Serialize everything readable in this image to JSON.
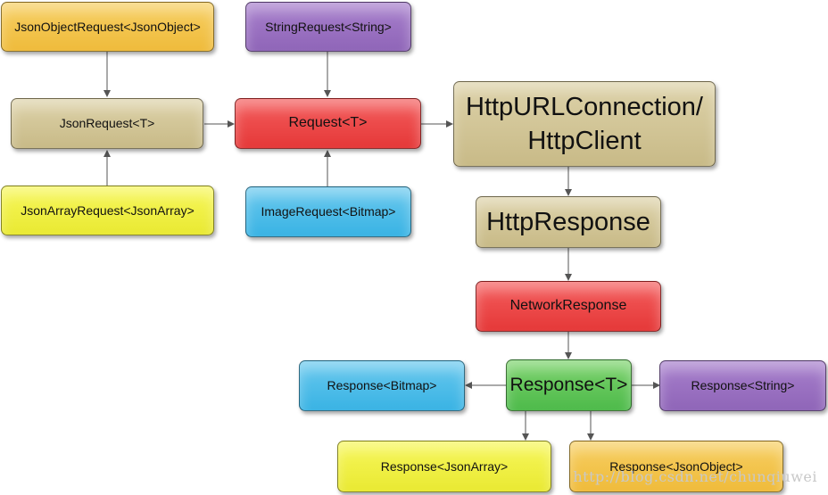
{
  "diagram": {
    "nodes": {
      "json_object_request": "JsonObjectRequest<JsonObject>",
      "string_request": "StringRequest<String>",
      "json_request": "JsonRequest<T>",
      "request": "Request<T>",
      "json_array_request": "JsonArrayRequest<JsonArray>",
      "image_request": "ImageRequest<Bitmap>",
      "http_connection": "HttpURLConnection/ HttpClient",
      "http_response": "HttpResponse",
      "network_response": "NetworkResponse",
      "response_generic": "Response<T>",
      "response_bitmap": "Response<Bitmap>",
      "response_string": "Response<String>",
      "response_json_array": "Response<JsonArray>",
      "response_json_object": "Response<JsonObject>"
    },
    "watermark": "http://blog.csdn.net/chunqiuwei",
    "colors": {
      "orange": "#f2c348",
      "purple": "#9a70c2",
      "tan": "#d4c89c",
      "red": "#ee4747",
      "yellow": "#f2f246",
      "blue": "#4fbde9",
      "green": "#62c55b",
      "arrow": "#555555"
    }
  }
}
